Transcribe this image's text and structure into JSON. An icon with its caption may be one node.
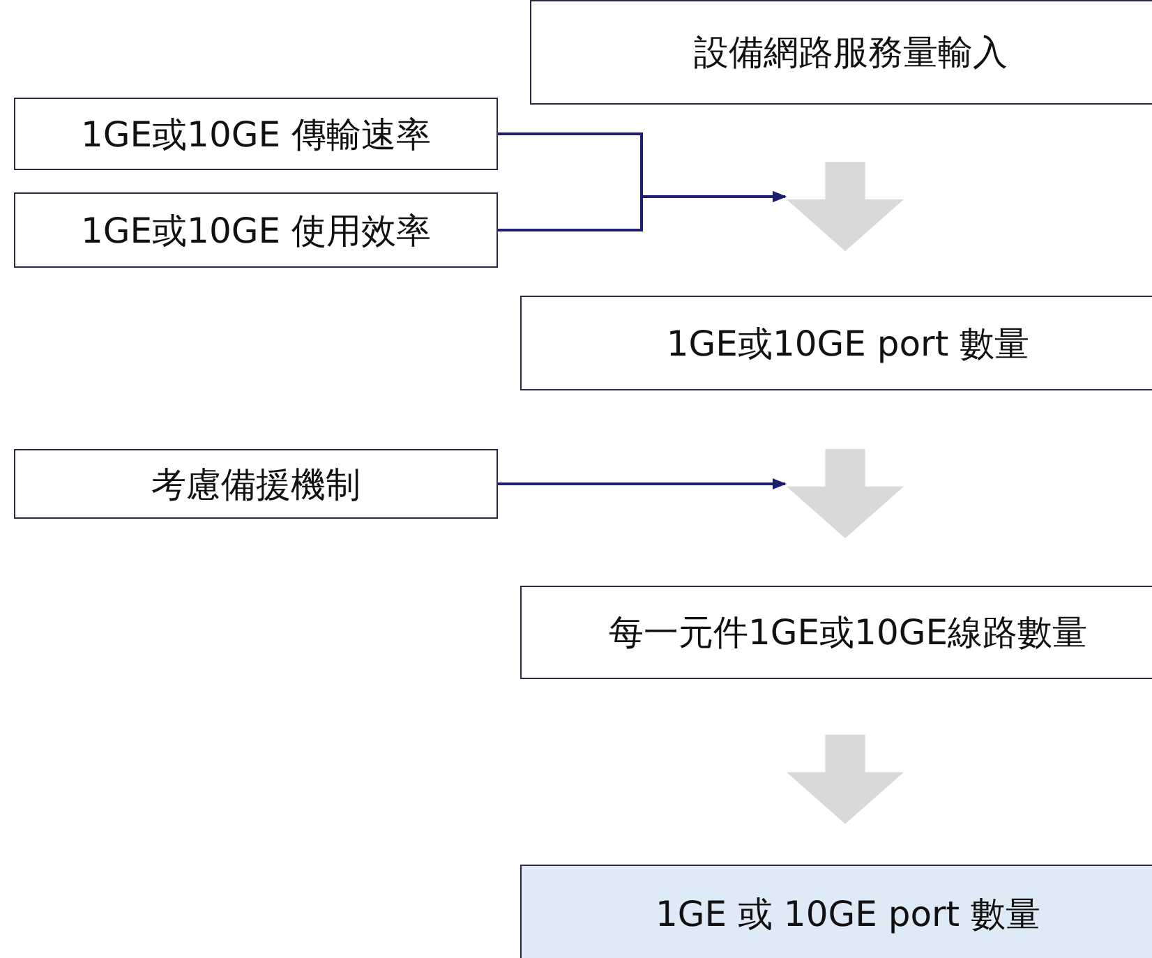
{
  "diagram": {
    "nodes": [
      {
        "text": [
          "設備網路服務量輸入"
        ]
      },
      {
        "text": [
          "1GE或10GE 傳輸速率"
        ]
      },
      {
        "text": [
          "1GE或10GE 使用效率"
        ]
      },
      {
        "text": [
          "1GE或10GE port 數量"
        ]
      },
      {
        "text": [
          "考慮備援機制"
        ]
      },
      {
        "text": [
          "每一元件1GE或10GE線路數量"
        ]
      },
      {
        "text": [
          "1GE 或 10GE port 數量"
        ]
      }
    ],
    "edges": [
      {
        "from": 0,
        "to": 3,
        "arrow": "to",
        "style": "thick",
        "color": "#d9d9d9"
      },
      {
        "from": 1,
        "to": null,
        "arrow": "to"
      },
      {
        "from": 2,
        "to": null,
        "arrow": "to"
      },
      {
        "from": 3,
        "to": 5,
        "arrow": "to",
        "style": "thick",
        "color": "#d9d9d9"
      },
      {
        "from": 4,
        "to": null,
        "arrow": "to"
      },
      {
        "from": 5,
        "to": 6,
        "arrow": "to",
        "style": "thick",
        "color": "#d9d9d9"
      }
    ]
  }
}
